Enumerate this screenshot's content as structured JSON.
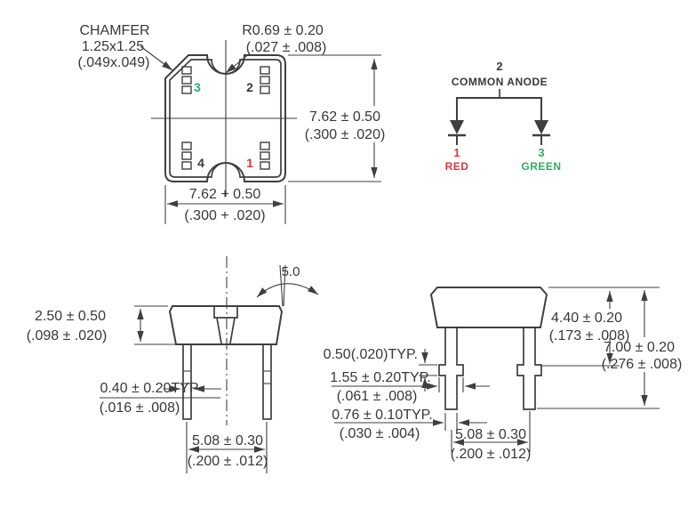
{
  "colors": {
    "line": "#3f3f3f",
    "red": "#d63a3c",
    "green": "#2fae66"
  },
  "top_view": {
    "chamfer_note": [
      "CHAMFER",
      "1.25x1.25",
      "(.049x.049)"
    ],
    "radius_note": [
      "R0.69 ± 0.20",
      "(.027 ± .008)"
    ],
    "height_dim": [
      "7.62 ± 0.50",
      "(.300 ± .020)"
    ],
    "width_dim": [
      "7.62 + 0.50",
      "(.300 + .020)"
    ],
    "pins": {
      "p1": "1",
      "p2": "2",
      "p3": "3",
      "p4": "4"
    }
  },
  "schematic": {
    "anode_pin": "2",
    "anode_label": "COMMON ANODE",
    "red_pin": "1",
    "red_label": "RED",
    "green_pin": "3",
    "green_label": "GREEN"
  },
  "side_view": {
    "angle": "5.0",
    "body_height": [
      "2.50 ± 0.50",
      "(.098 ± .020)"
    ],
    "lead_width": [
      "0.40 ± 0.20TYP",
      "(.016 ± .008)"
    ],
    "lead_pitch": [
      "5.08 ± 0.30",
      "(.200 ± .012)"
    ]
  },
  "front_view": {
    "standoff": "0.50(.020)TYP.",
    "tab_width": [
      "1.55 ± 0.20TYP.",
      "(.061 ± .008)"
    ],
    "lead_thickness": [
      "0.76 ± 0.10TYP.",
      "(.030 ± .004)"
    ],
    "body_height": [
      "4.40 ± 0.20",
      "(.173 ± .008)"
    ],
    "total_height": [
      "7.00 ± 0.20",
      "(.276 ± .008)"
    ],
    "lead_pitch": [
      "5.08 ± 0.30",
      "(.200 ± .012)"
    ]
  }
}
